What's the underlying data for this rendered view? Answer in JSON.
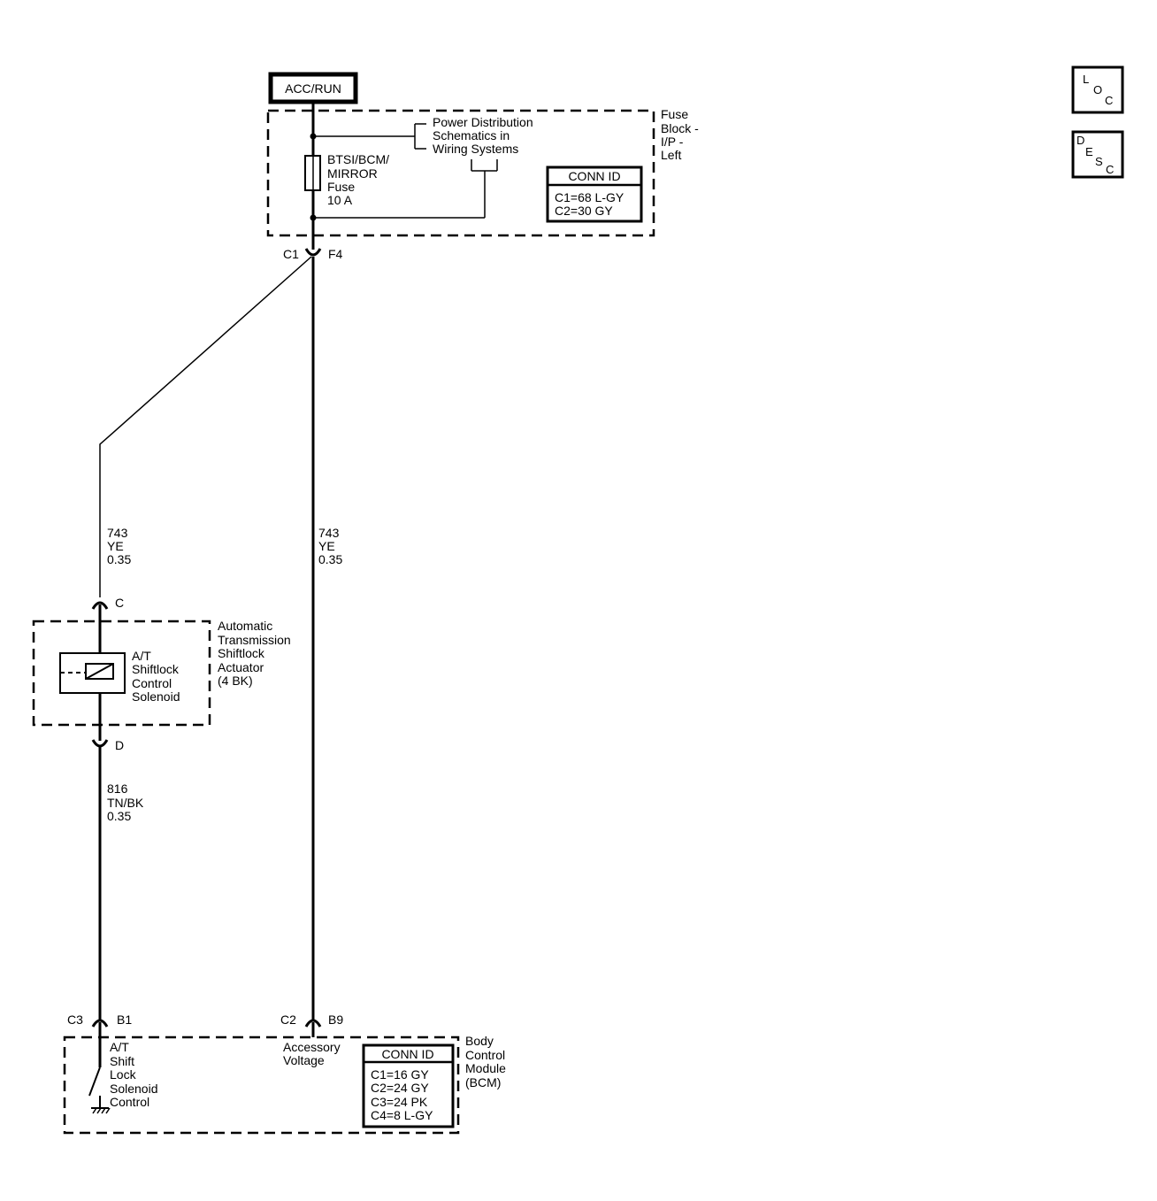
{
  "power_source": "ACC/RUN",
  "fuse_block": {
    "name_lines": [
      "Fuse",
      "Block -",
      "I/P -",
      "Left"
    ],
    "power_dist_lines": [
      "Power Distribution",
      "Schematics in",
      "Wiring Systems"
    ],
    "fuse_lines": [
      "BTSI/BCM/",
      "MIRROR",
      "Fuse",
      "10 A"
    ],
    "conn_id_title": "CONN ID",
    "conn_ids": [
      "C1=68 L-GY",
      "C2=30 GY"
    ],
    "connector_left": "C1",
    "connector_right": "F4"
  },
  "wire_left": {
    "circuit": "743",
    "color": "YE",
    "size": "0.35"
  },
  "wire_right": {
    "circuit": "743",
    "color": "YE",
    "size": "0.35"
  },
  "actuator": {
    "top_pin": "C",
    "bottom_pin": "D",
    "name_lines": [
      "Automatic",
      "Transmission",
      "Shiftlock",
      "Actuator",
      "(4 BK)"
    ],
    "solenoid_lines": [
      "A/T",
      "Shiftlock",
      "Control",
      "Solenoid"
    ]
  },
  "wire_lower": {
    "circuit": "816",
    "color": "TN/BK",
    "size": "0.35"
  },
  "bcm": {
    "left_conn": "C3",
    "left_pin": "B1",
    "right_conn": "C2",
    "right_pin": "B9",
    "left_label_lines": [
      "A/T",
      "Shift",
      "Lock",
      "Solenoid",
      "Control"
    ],
    "right_label_lines": [
      "Accessory",
      "Voltage"
    ],
    "conn_id_title": "CONN ID",
    "conn_ids": [
      "C1=16 GY",
      "C2=24 GY",
      "C3=24 PK",
      "C4=8 L-GY"
    ],
    "name_lines": [
      "Body",
      "Control",
      "Module",
      "(BCM)"
    ]
  },
  "nav": {
    "loc": [
      "L",
      "O",
      "C"
    ],
    "desc": [
      "D",
      "E",
      "S",
      "C"
    ]
  }
}
